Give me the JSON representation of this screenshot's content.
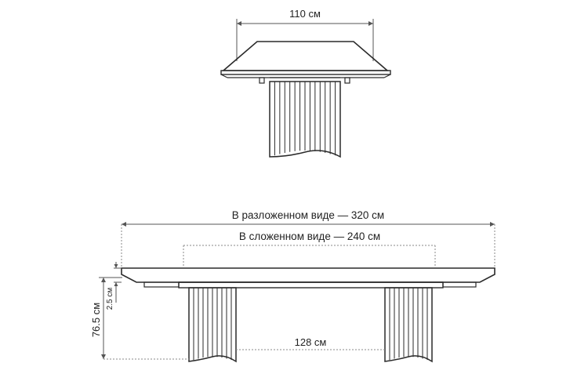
{
  "dimensions": {
    "top_width": "110 см",
    "extended_length": "В разложенном виде — 320 см",
    "folded_length": "В сложенном виде — 240 см",
    "leg_gap": "128 см",
    "height": "76.5 см",
    "top_thickness": "2.5 см"
  }
}
